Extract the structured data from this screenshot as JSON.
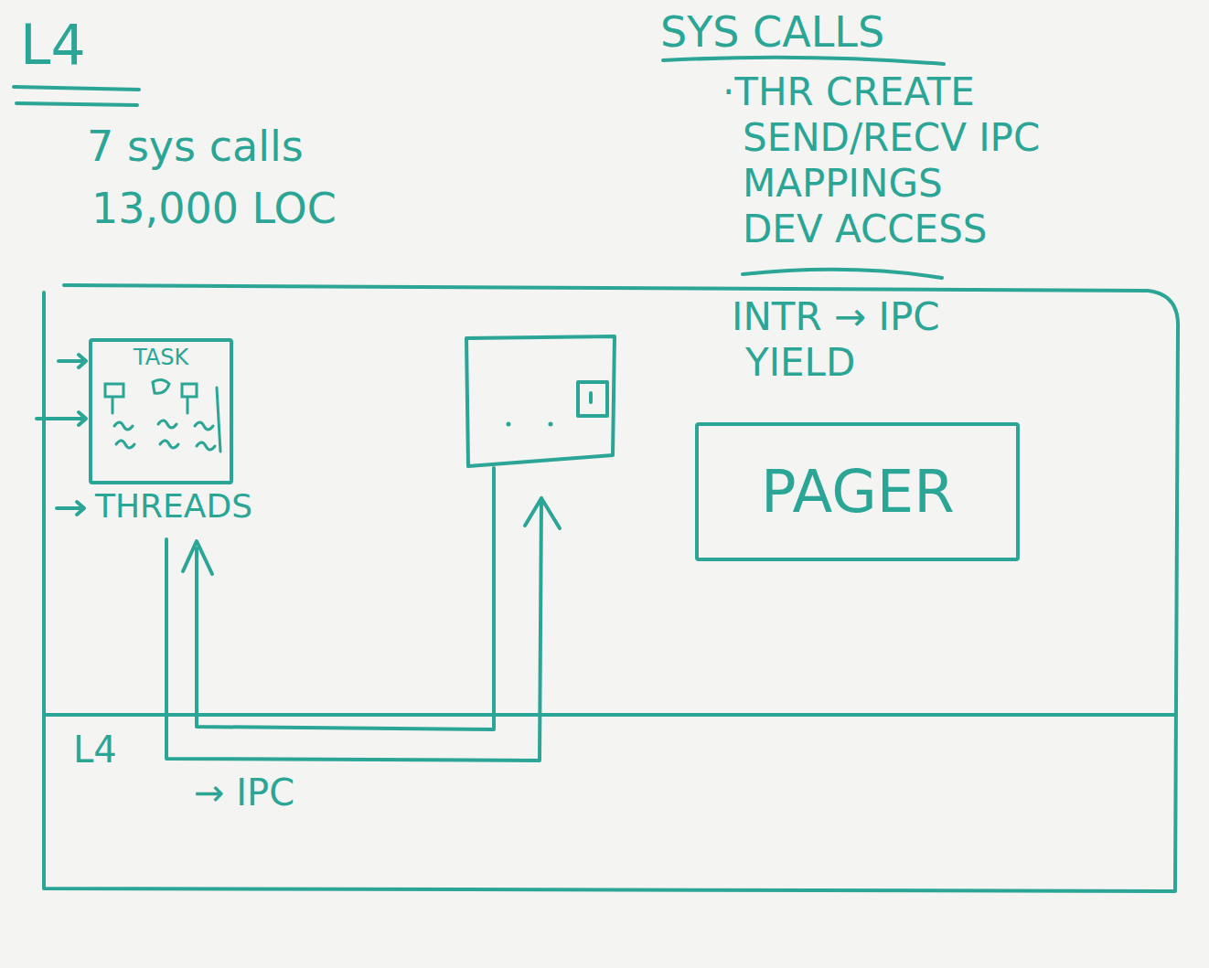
{
  "diagram": {
    "title": "L4",
    "nodes": [
      {
        "text": [
          "L4"
        ]
      },
      {
        "text": [
          "TASK",
          "THREADS"
        ]
      },
      {
        "text": [
          "PAGER"
        ]
      }
    ],
    "labels": [
      "7 sys calls",
      "13,000 LOC",
      "SYS CALLS",
      "·THR CREATE",
      "SEND/RECV IPC",
      "MAPPINGS",
      "DEV ACCESS",
      "INTR → IPC",
      "YIELD",
      "→ IPC"
    ]
  }
}
